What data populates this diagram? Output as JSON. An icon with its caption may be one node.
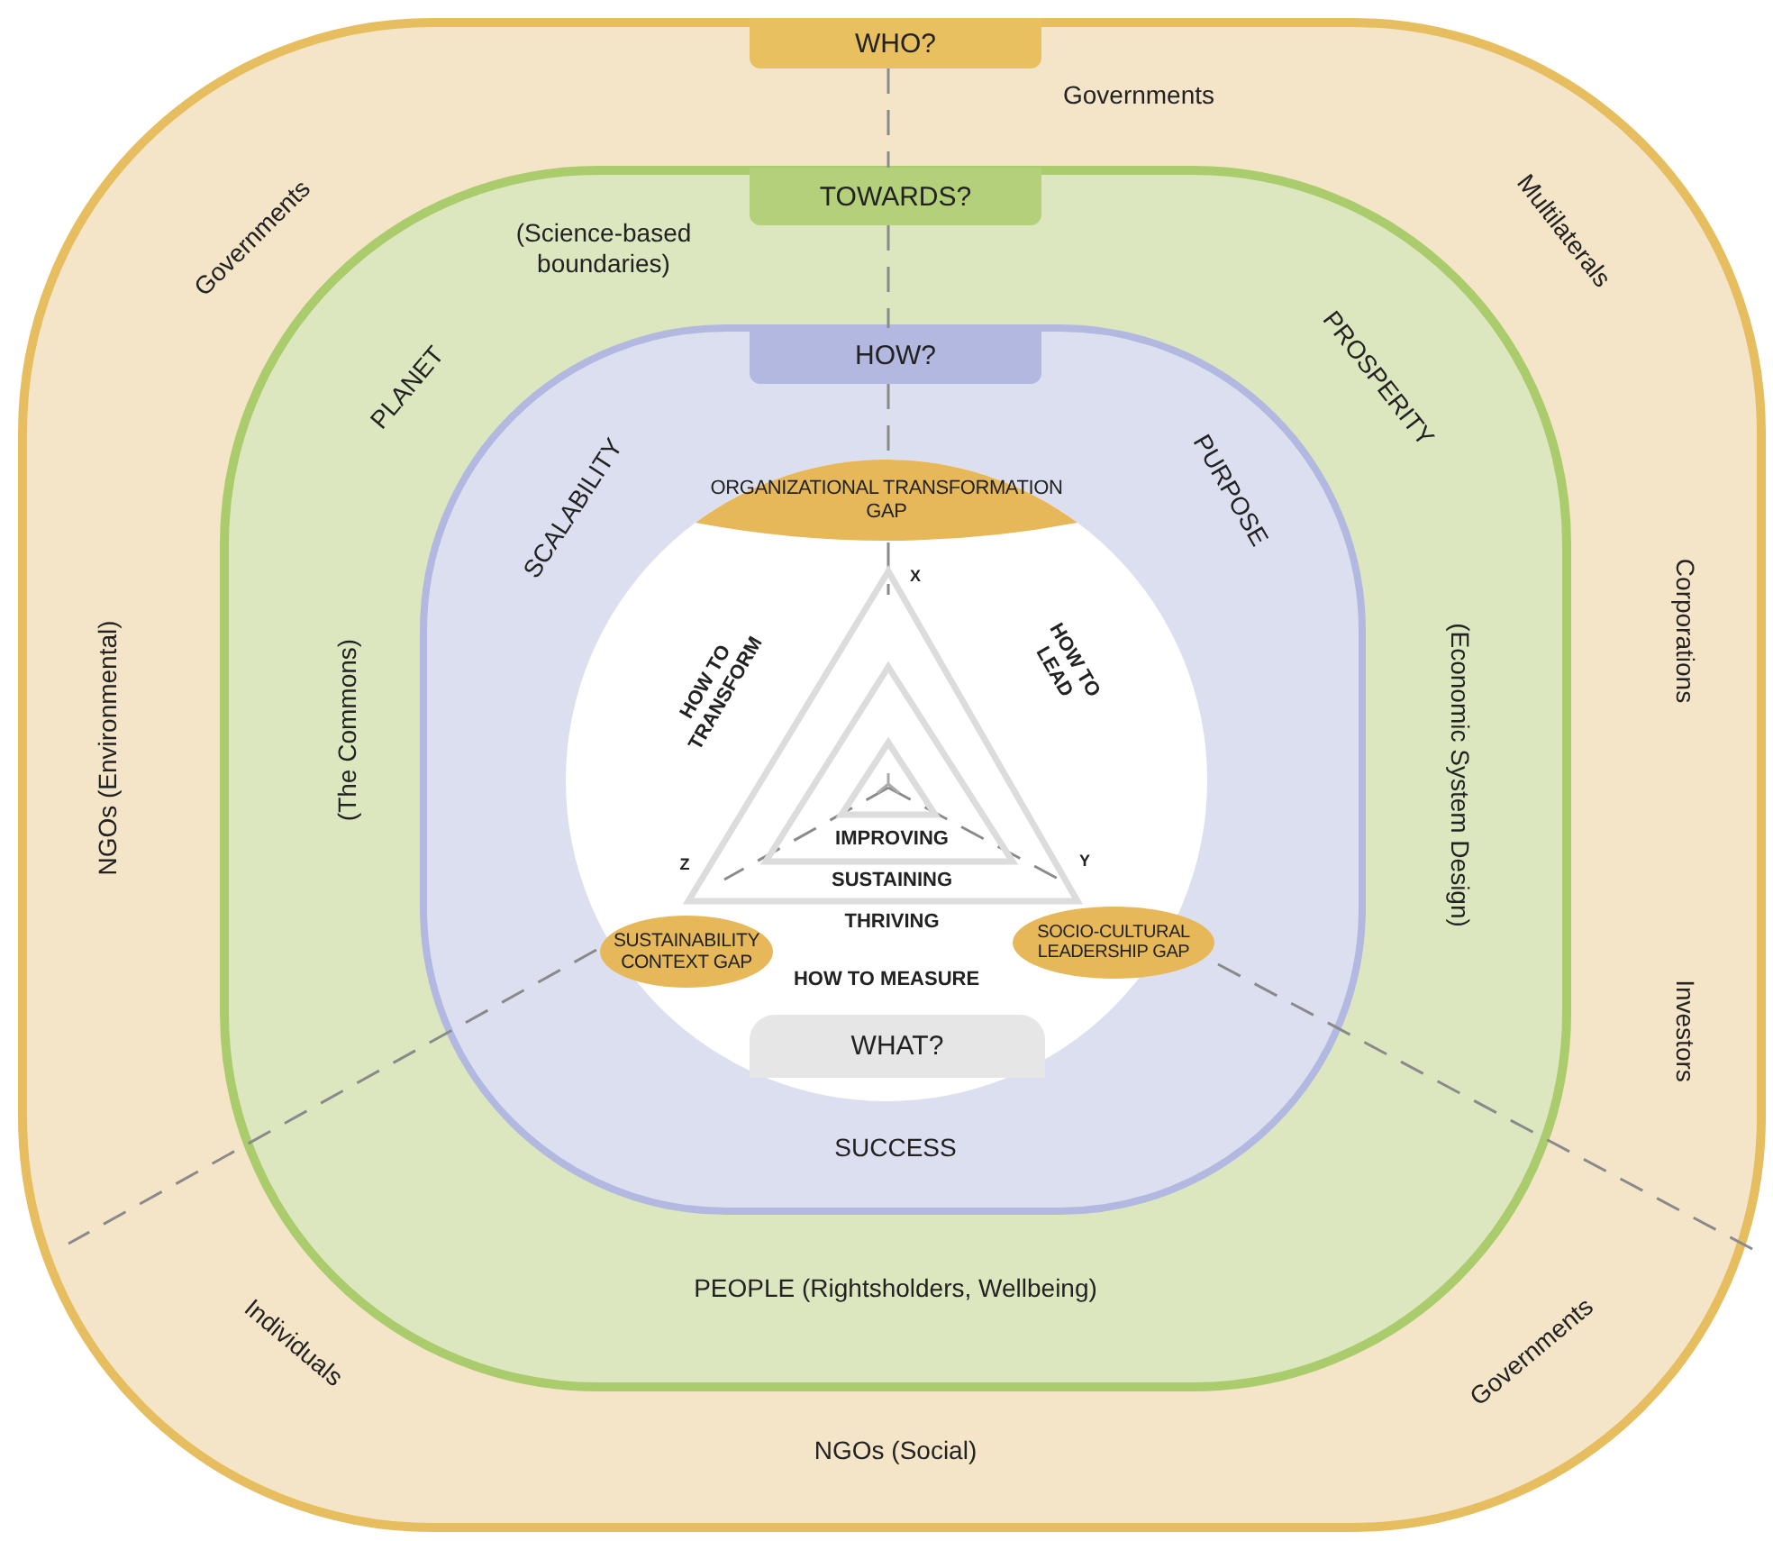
{
  "diagram": {
    "nodes": [
      {
        "text": [
          "WHO?"
        ]
      },
      {
        "text": [
          "TOWARDS?"
        ],
        "in": 0
      },
      {
        "text": [
          "HOW?"
        ],
        "in": 1
      },
      {
        "text": [
          "WHAT?"
        ],
        "in": 2
      },
      {
        "text": [
          "ORGANIZATIONAL TRANSFORMATION GAP"
        ],
        "in": 3
      },
      {
        "text": [
          "SUSTAINABILITY CONTEXT GAP"
        ],
        "in": 3
      },
      {
        "text": [
          "SOCIO-CULTURAL LEADERSHIP GAP"
        ],
        "in": 3
      }
    ],
    "labels": [
      "Governments",
      "Governments",
      "Multilaterals",
      "Corporations",
      "Investors",
      "Governments",
      "NGOs (Social)",
      "Individuals",
      "NGOs (Environmental)",
      "(Science-based boundaries)",
      "PLANET",
      "PROSPERITY",
      "(The Commons)",
      "(Economic System Design)",
      "PEOPLE (Rightsholders, Wellbeing)",
      "SCALABILITY",
      "PURPOSE",
      "SUCCESS",
      "HOW TO TRANSFORM",
      "HOW TO LEAD",
      "X",
      "Y",
      "Z",
      "IMPROVING",
      "SUSTAINING",
      "THRIVING",
      "HOW TO  MEASURE"
    ]
  }
}
